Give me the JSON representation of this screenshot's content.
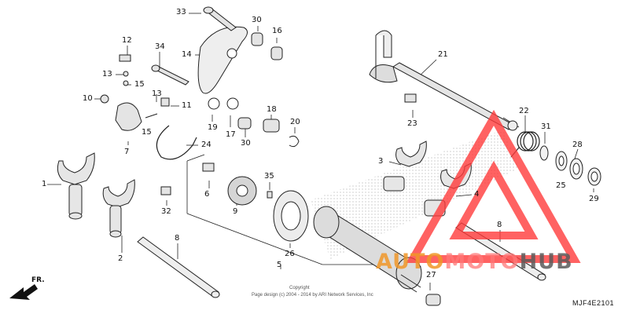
{
  "diagram": {
    "part_labels": {
      "p1": "1",
      "p2": "2",
      "p3": "3",
      "p4": "4",
      "p5": "5",
      "p6": "6",
      "p7": "7",
      "p8a": "8",
      "p8b": "8",
      "p9": "9",
      "p10": "10",
      "p11": "11",
      "p12": "12",
      "p13a": "13",
      "p13b": "13",
      "p14": "14",
      "p15a": "15",
      "p15b": "15",
      "p16": "16",
      "p17": "17",
      "p18": "18",
      "p19": "19",
      "p20": "20",
      "p21": "21",
      "p22": "22",
      "p23": "23",
      "p24": "24",
      "p25": "25",
      "p26": "26",
      "p27": "27",
      "p28": "28",
      "p29": "29",
      "p30a": "30",
      "p30b": "30",
      "p31": "31",
      "p32": "32",
      "p33": "33",
      "p34": "34",
      "p35": "35"
    },
    "front_indicator": "FR.",
    "diagram_code": "MJF4E2101",
    "copyright": {
      "line1": "Copyright",
      "line2": "Page design (c) 2004 - 2014 by ARI Network Services, Inc"
    },
    "watermark": {
      "part1": "AUTO",
      "part2": "MOTO",
      "part3": "HUB",
      "colors": {
        "auto": "#f0962a",
        "moto": "#ff7878",
        "hub": "#5a5a5a",
        "triangle": "#ff3b3b"
      }
    }
  }
}
